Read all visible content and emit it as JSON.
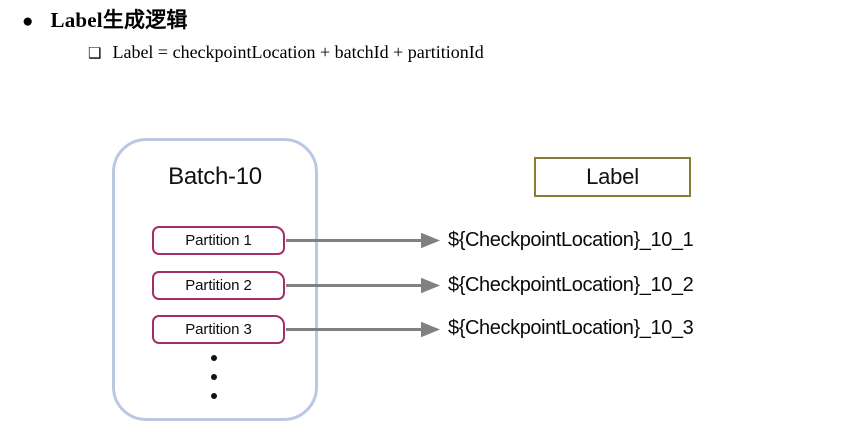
{
  "header": {
    "bullet_glyph": "●",
    "title": "Label生成逻辑",
    "sub_bullet_glyph": "❑",
    "formula": "Label = checkpointLocation + batchId + partitionId"
  },
  "diagram": {
    "batch": {
      "title": "Batch-10",
      "border_color": "#b9c9e3",
      "partitions": [
        {
          "label": "Partition 1"
        },
        {
          "label": "Partition 2"
        },
        {
          "label": "Partition 3"
        }
      ],
      "ellipsis_glyph": "•",
      "ellipsis_count": 3
    },
    "label_column": {
      "header": "Label",
      "header_border_color": "#8a7b37",
      "values": [
        "${CheckpointLocation}_10_1",
        "${CheckpointLocation}_10_2",
        "${CheckpointLocation}_10_3"
      ]
    },
    "arrow_color": "#808080",
    "partition_border_color": "#a32f69"
  }
}
